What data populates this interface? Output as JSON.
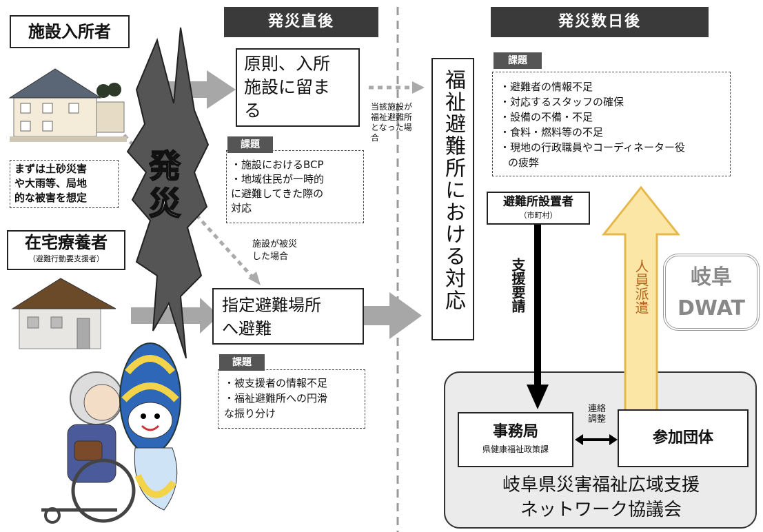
{
  "headers": {
    "immediate": "発災直後",
    "days_after": "発災数日後"
  },
  "facility_residents": "施設入所者",
  "landslide_note": [
    "まずは土砂災害",
    "や大雨等、局地",
    "的な被害を想定"
  ],
  "home_care": {
    "title": "在宅療養者",
    "sub": "（避難行動要支援者）"
  },
  "disaster_burst": "発災",
  "principle": [
    "原則、入所",
    "施設に留ま",
    "る"
  ],
  "issue_label": "課題",
  "issues_facility": [
    "・施設におけるBCP",
    "・地域住民が一時的",
    "に避難してきた際の",
    "対応"
  ],
  "note_became_shelter": [
    "当該施設が",
    "福祉避難所",
    "となった場",
    "合"
  ],
  "note_facility_damaged": [
    "施設が被災",
    "した場合"
  ],
  "designated_shelter": [
    "指定避難場所",
    "へ避難"
  ],
  "issues_shelter": [
    "・被支援者の情報不足",
    "・福祉避難所への円滑",
    "な振り分け"
  ],
  "welfare_shelter_response": "福祉避難所における対応",
  "issues_days": [
    "・避難者の情報不足",
    "・対応するスタッフの確保",
    "・設備の不備・不足",
    "・食料・燃料等の不足",
    "・現地の行政職員やコーディネーター役",
    "の疲弊"
  ],
  "shelter_installer": {
    "title": "避難所設置者",
    "sub": "（市町村）"
  },
  "support_request": "支援要請",
  "staff_dispatch": "人員派遣",
  "dwat": [
    "岐阜",
    "DWAT"
  ],
  "secretariat": {
    "title": "事務局",
    "sub": "県健康福祉政策課"
  },
  "coordination": [
    "連絡",
    "調整"
  ],
  "participants": "参加団体",
  "network": [
    "岐阜県災害福祉広域支援",
    "ネットワーク協議会"
  ]
}
